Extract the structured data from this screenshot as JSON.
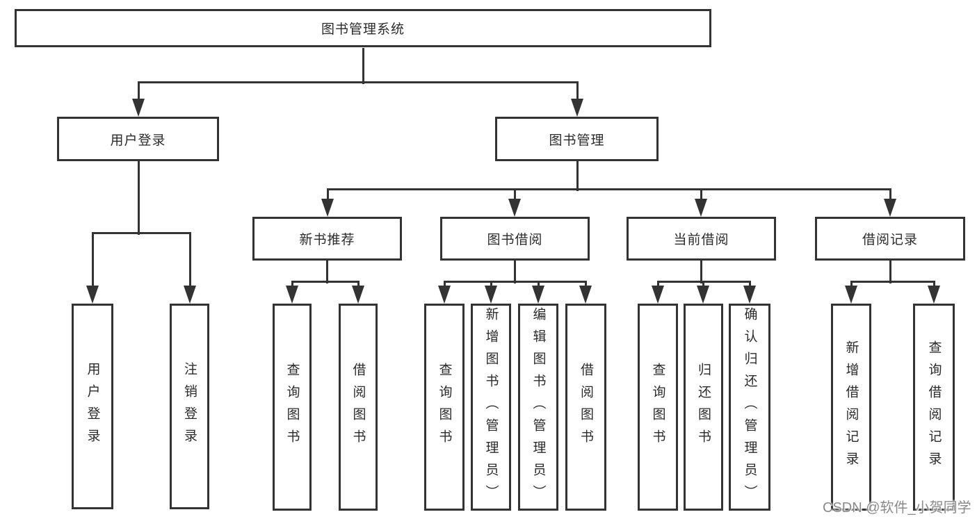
{
  "colors": {
    "line": "#333333",
    "text": "#2b2b2b",
    "background": "#ffffff",
    "watermark_text": "#8a8a8a"
  },
  "watermark": {
    "text": "CSDN @软件_小贺同学"
  },
  "diagram": {
    "id": "root",
    "label": "图书管理系统",
    "children": [
      {
        "id": "user-login-branch",
        "label": "用户登录",
        "children": [
          {
            "id": "user-login",
            "label": "用户登录"
          },
          {
            "id": "logout-login",
            "label": "注销登录"
          }
        ]
      },
      {
        "id": "book-management",
        "label": "图书管理",
        "children": [
          {
            "id": "new-book-recommendation",
            "label": "新书推荐",
            "children": [
              {
                "id": "query-books-1",
                "label": "查询图书"
              },
              {
                "id": "borrow-books-1",
                "label": "借阅图书"
              }
            ]
          },
          {
            "id": "book-borrowing",
            "label": "图书借阅",
            "children": [
              {
                "id": "query-books-2",
                "label": "查询图书"
              },
              {
                "id": "add-books-admin",
                "label": "新增图书（管理员）"
              },
              {
                "id": "edit-books-admin",
                "label": "编辑图书（管理员）"
              },
              {
                "id": "borrow-books-2",
                "label": "借阅图书"
              }
            ]
          },
          {
            "id": "current-borrowing",
            "label": "当前借阅",
            "children": [
              {
                "id": "query-books-3",
                "label": "查询图书"
              },
              {
                "id": "return-books",
                "label": "归还图书"
              },
              {
                "id": "confirm-return-admin",
                "label": "确认归还（管理员）"
              }
            ]
          },
          {
            "id": "borrowing-records",
            "label": "借阅记录",
            "children": [
              {
                "id": "add-borrowing-record",
                "label": "新增借阅记录"
              },
              {
                "id": "query-borrowing-record",
                "label": "查询借阅记录"
              }
            ]
          }
        ]
      }
    ]
  }
}
